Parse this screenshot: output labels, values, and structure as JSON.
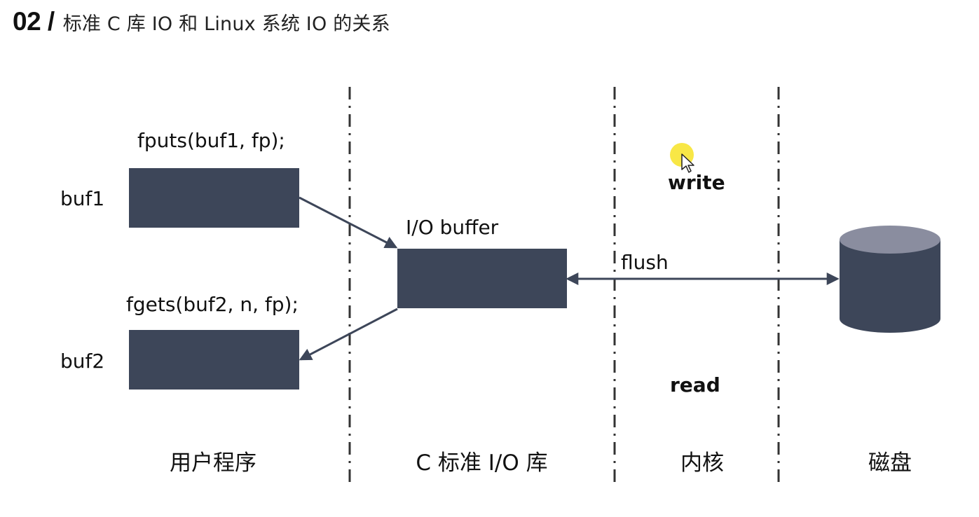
{
  "header": {
    "slide_number": "02 /",
    "title": "标准 C 库 IO 和 Linux 系统 IO 的关系"
  },
  "diagram": {
    "column_titles": [
      "用户程序",
      "C 标准 I/O 库",
      "内核",
      "磁盘"
    ],
    "user_program": {
      "fputs_call": "fputs(buf1, fp);",
      "fgets_call": "fgets(buf2, n, fp);",
      "buf1_label": "buf1",
      "buf2_label": "buf2"
    },
    "c_library": {
      "buffer_label": "I/O buffer"
    },
    "kernel": {
      "write_label": "write",
      "read_label": "read",
      "flush_label": "flush"
    }
  },
  "colors": {
    "block_fill": "#3d4659",
    "disk_top": "#8a8d9f",
    "arrow": "#3d4659",
    "divider": "#333333",
    "cursor_highlight": "#f6e21d"
  }
}
